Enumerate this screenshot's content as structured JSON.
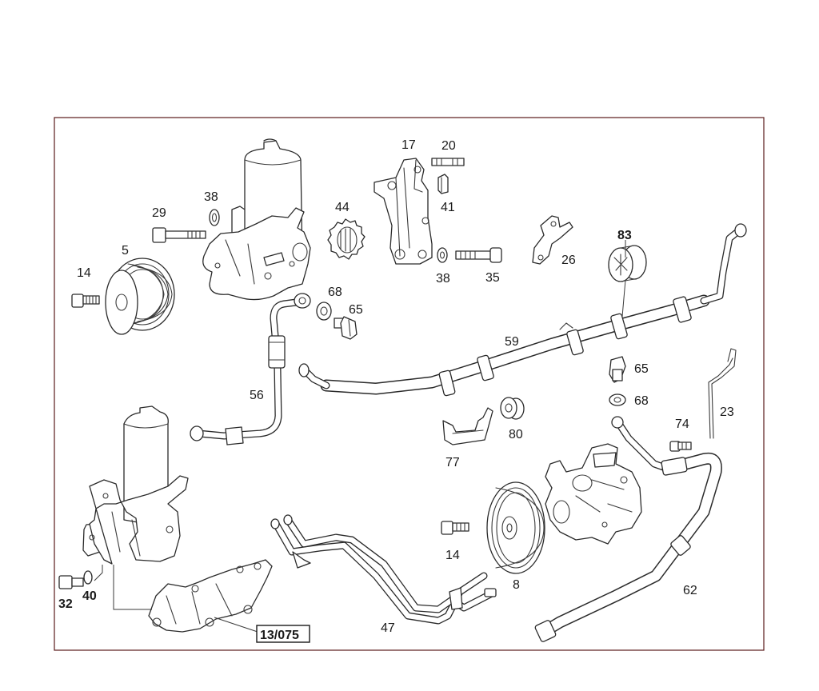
{
  "labels": {
    "p5": "5",
    "p14a": "14",
    "p29": "29",
    "p38a": "38",
    "p44": "44",
    "p17": "17",
    "p20": "20",
    "p41": "41",
    "p38b": "38",
    "p35": "35",
    "p26": "26",
    "p83": "83",
    "p68a": "68",
    "p65a": "65",
    "p59": "59",
    "p56": "56",
    "p65b": "65",
    "p68b": "68",
    "p23": "23",
    "p74": "74",
    "p80": "80",
    "p77": "77",
    "p14b": "14",
    "p8": "8",
    "p62": "62",
    "p47": "47",
    "p32": "32",
    "p40": "40",
    "ref": "13/075"
  }
}
